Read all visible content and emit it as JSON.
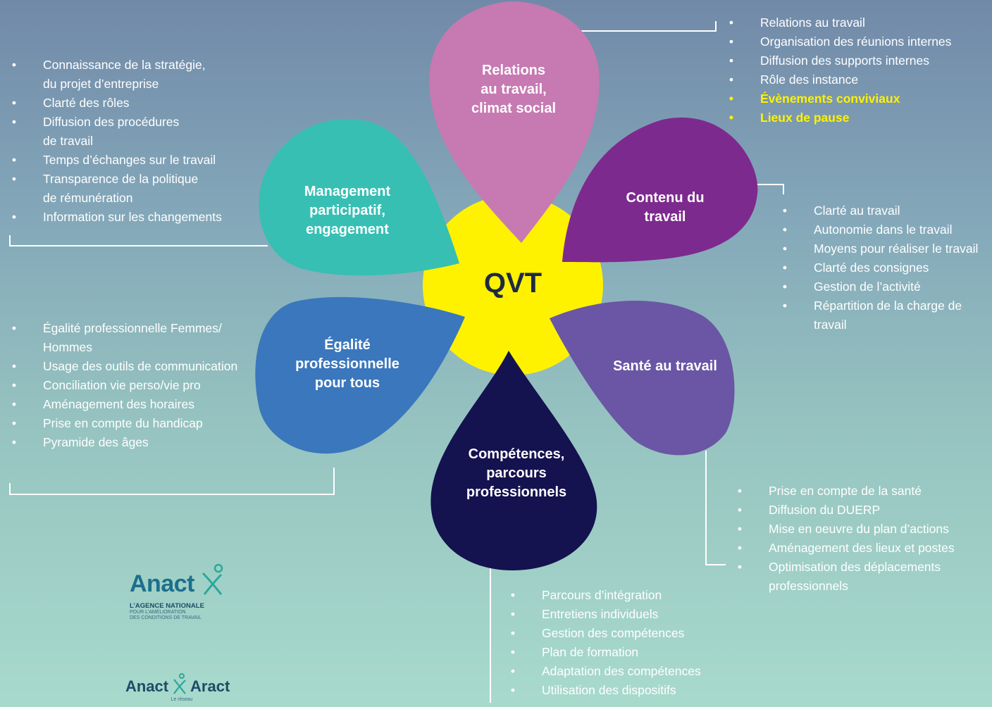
{
  "center": {
    "label": "QVT",
    "color": "#fff200"
  },
  "petals": {
    "relations": {
      "title_lines": [
        "Relations",
        "au travail,",
        "climat social"
      ],
      "color": "#c779b2"
    },
    "contenu": {
      "title_lines": [
        "Contenu du",
        "travail"
      ],
      "color": "#7d2a8e"
    },
    "sante": {
      "title_lines": [
        "Santé au travail"
      ],
      "color": "#6a56a4"
    },
    "competences": {
      "title_lines": [
        "Compétences,",
        "parcours",
        "professionnels"
      ],
      "color": "#14124f"
    },
    "egalite": {
      "title_lines": [
        "Égalité",
        "professionnelle",
        "pour tous"
      ],
      "color": "#3a77bc"
    },
    "management": {
      "title_lines": [
        "Management",
        "participatif,",
        "engagement"
      ],
      "color": "#37bfb3"
    }
  },
  "lists": {
    "relations": [
      "Relations au travail",
      "Organisation des réunions internes",
      "Diffusion des supports internes",
      "Rôle des instance",
      "Évènements conviviaux",
      "Lieux de pause"
    ],
    "relations_highlight": [
      4,
      5
    ],
    "contenu": [
      "Clarté au travail",
      "Autonomie dans le travail",
      "Moyens pour réaliser le travail",
      "Clarté des consignes",
      "Gestion de l’activité",
      "Répartition de la charge de",
      "travail"
    ],
    "sante": [
      "Prise en compte de la santé",
      "Diffusion du DUERP",
      "Mise en oeuvre du plan d’actions",
      "Aménagement des lieux et postes",
      "Optimisation des déplacements",
      "professionnels"
    ],
    "competences": [
      "Parcours d’intégration",
      "Entretiens individuels",
      "Gestion des compétences",
      "Plan de formation",
      "Adaptation des compétences",
      "Utilisation des dispositifs"
    ],
    "egalite": [
      "Égalité professionnelle Femmes/",
      "Hommes",
      "Usage des outils de communication",
      "Conciliation vie perso/vie pro",
      "Aménagement des horaires",
      "Prise en compte du handicap",
      "Pyramide des âges"
    ],
    "management": [
      "Connaissance de la stratégie,",
      "du projet d’entreprise",
      "Clarté des rôles",
      "Diffusion des procédures",
      "de travail",
      "Temps d’échanges sur le travail",
      "Transparence de la politique",
      "de rémunération",
      "Information sur les changements"
    ]
  },
  "bullets_show": {
    "relations": [
      true,
      true,
      true,
      true,
      true,
      true
    ],
    "contenu": [
      true,
      true,
      true,
      true,
      true,
      true,
      false
    ],
    "sante": [
      true,
      true,
      true,
      true,
      true,
      false
    ],
    "competences": [
      true,
      true,
      true,
      true,
      true,
      true
    ],
    "egalite": [
      true,
      false,
      true,
      true,
      true,
      true,
      true
    ],
    "management": [
      true,
      false,
      true,
      true,
      false,
      true,
      true,
      false,
      true
    ]
  },
  "logos": {
    "main_word": "Anact",
    "main_sub1": "L’AGENCE NATIONALE",
    "main_sub2a": "POUR L’AMÉLIORATION",
    "main_sub2b": "DES CONDITIONS DE TRAVAIL",
    "second_left": "Anact",
    "second_right": "Aract",
    "second_sub": "Le réseau"
  }
}
